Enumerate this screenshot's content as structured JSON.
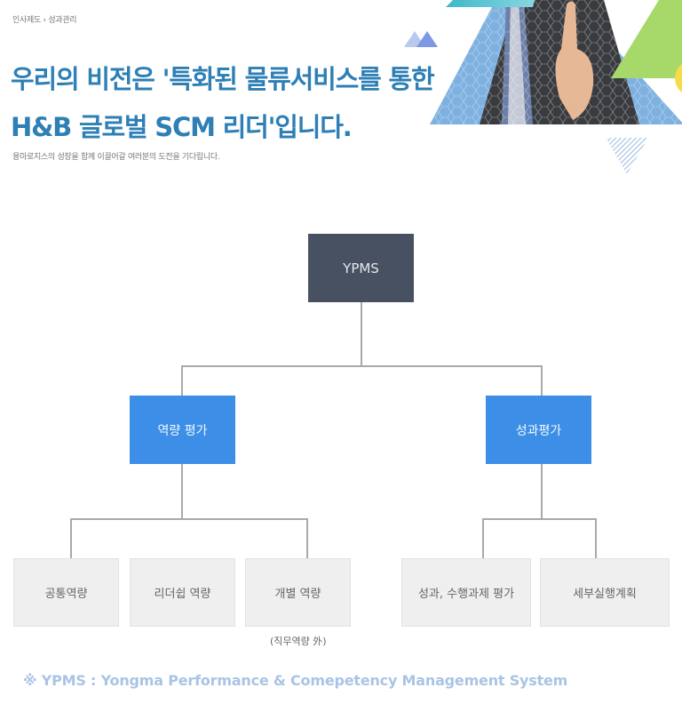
{
  "breadcrumb": {
    "items": [
      "인사제도",
      "성과관리"
    ],
    "separator": "›"
  },
  "header": {
    "headline_line1": "우리의 비전은 '특화된 물류서비스를 통한",
    "headline_line2": "H&B 글로벌 SCM 리더'입니다.",
    "subtitle": "용마로지스의 성장을 함께 이끌어갈 여러분의 도전을 기다립니다."
  },
  "hero_image": {
    "icon": "businessman-pointing-image"
  },
  "org_chart": {
    "root": {
      "label": "YPMS"
    },
    "branches": [
      {
        "label": "역량 평가",
        "children": [
          {
            "label": "공통역량"
          },
          {
            "label": "리더쉽 역량"
          },
          {
            "label": "개별 역량"
          }
        ]
      },
      {
        "label": "성과평가",
        "children": [
          {
            "label": "성과, 수행과제 평가"
          },
          {
            "label": "세부실행계획"
          }
        ]
      }
    ],
    "note": "(직무역량 外)"
  },
  "footer": {
    "text": "※ YPMS : Yongma Performance & Comepetency Management System"
  },
  "colors": {
    "headline": "#2e7fb5",
    "root_box": "#485161",
    "branch_box": "#3d8ee6",
    "leaf_box": "#efefef",
    "connector": "#a7a9ad",
    "footer_text": "#a9c4e4"
  }
}
